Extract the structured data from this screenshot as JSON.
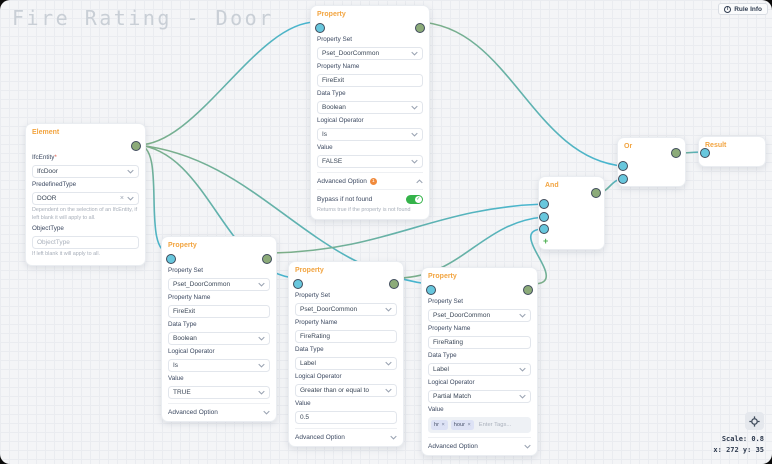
{
  "window": {
    "title": "Fire Rating - Door",
    "rule_info_label": "Rule Info",
    "scale_text": "Scale: 0.8",
    "position_text": "x: 272 y: 35"
  },
  "icons": {
    "info": "i",
    "clear": "×",
    "tag_remove": "×",
    "check": "✓",
    "chevron_down": "chevron-down",
    "chevron_up": "chevron-up",
    "locate": "crosshair-locate"
  },
  "colors": {
    "accent_orange": "#f2a440",
    "port_input": "#68c7dd",
    "port_output": "#8cab79",
    "edge_start": "#7fae85",
    "edge_end": "#45b6d3",
    "toggle_on": "#35b34a"
  },
  "nodes": {
    "element": {
      "title": "Element",
      "ifc_entity": {
        "label": "IfcEntity",
        "required": "*",
        "value": "IfcDoor"
      },
      "predefined_type": {
        "label": "PredefinedType",
        "value": "DOOR",
        "help": "Dependent on the selection of an IfcEntity, if left blank it will apply to all."
      },
      "object_type": {
        "label": "ObjectType",
        "placeholder": "ObjectType",
        "help": "If left blank it will apply to all."
      }
    },
    "property_fire_exit_false": {
      "title": "Property",
      "property_set": {
        "label": "Property Set",
        "value": "Pset_DoorCommon"
      },
      "property_name": {
        "label": "Property Name",
        "value": "FireExit"
      },
      "data_type": {
        "label": "Data Type",
        "value": "Boolean"
      },
      "logical_operator": {
        "label": "Logical Operator",
        "value": "Is"
      },
      "value": {
        "label": "Value",
        "value": "FALSE"
      },
      "advanced": {
        "label": "Advanced Option",
        "badge": "1",
        "bypass_label": "Bypass if not found",
        "bypass_help": "Returns true if the property is not found"
      }
    },
    "property_fire_exit_true": {
      "title": "Property",
      "property_set": {
        "label": "Property Set",
        "value": "Pset_DoorCommon"
      },
      "property_name": {
        "label": "Property Name",
        "value": "FireExit"
      },
      "data_type": {
        "label": "Data Type",
        "value": "Boolean"
      },
      "logical_operator": {
        "label": "Logical Operator",
        "value": "Is"
      },
      "value": {
        "label": "Value",
        "value": "TRUE"
      },
      "advanced": {
        "label": "Advanced Option"
      }
    },
    "property_fire_rating_gte": {
      "title": "Property",
      "property_set": {
        "label": "Property Set",
        "value": "Pset_DoorCommon"
      },
      "property_name": {
        "label": "Property Name",
        "value": "FireRating"
      },
      "data_type": {
        "label": "Data Type",
        "value": "Label"
      },
      "logical_operator": {
        "label": "Logical Operator",
        "value": "Greater than or equal to"
      },
      "value": {
        "label": "Value",
        "value": "0.5"
      },
      "advanced": {
        "label": "Advanced Option"
      }
    },
    "property_fire_rating_partial": {
      "title": "Property",
      "property_set": {
        "label": "Property Set",
        "value": "Pset_DoorCommon"
      },
      "property_name": {
        "label": "Property Name",
        "value": "FireRating"
      },
      "data_type": {
        "label": "Data Type",
        "value": "Label"
      },
      "logical_operator": {
        "label": "Logical Operator",
        "value": "Partial Match"
      },
      "value": {
        "label": "Value",
        "tags": [
          "hr",
          "hour"
        ],
        "placeholder": "Enter Tags..."
      },
      "advanced": {
        "label": "Advanced Option"
      }
    },
    "and": {
      "title": "And",
      "add": "+"
    },
    "or": {
      "title": "Or"
    },
    "result": {
      "title": "Result"
    }
  }
}
